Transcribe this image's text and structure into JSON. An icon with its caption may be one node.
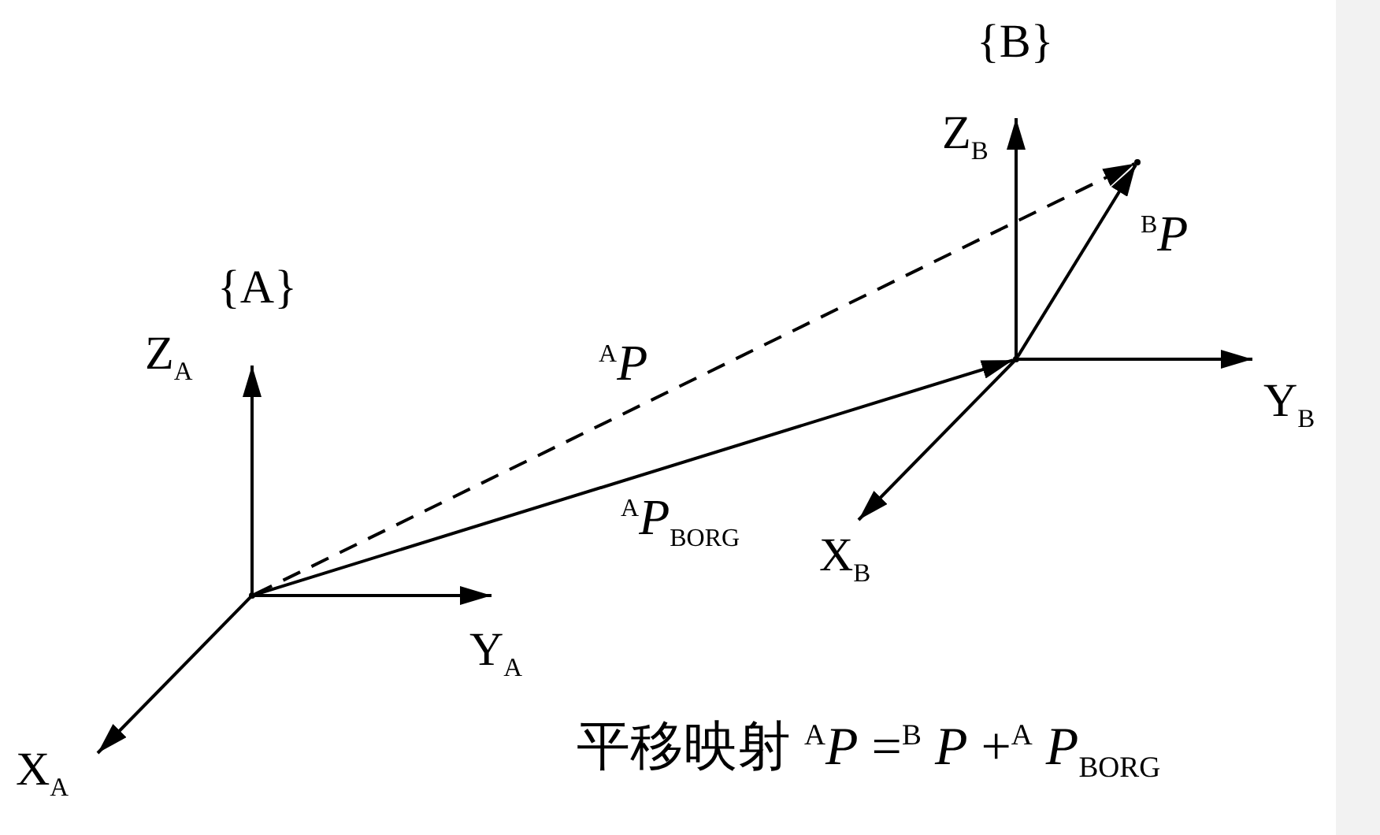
{
  "diagram": {
    "nodes": [
      {
        "text": [],
        "shape": "dot"
      },
      {
        "text": [],
        "shape": "dot"
      },
      {
        "text": [],
        "shape": "dot"
      }
    ],
    "edges": [
      {
        "from": 0,
        "to": 1,
        "arrow": "to",
        "label": "$^{A}$*P*$_{BORG}$"
      },
      {
        "from": 0,
        "to": 2,
        "arrow": "to",
        "style": "dashed",
        "label": "$^{A}$*P*"
      },
      {
        "from": 1,
        "to": 2,
        "arrow": "to",
        "label": "$^{B}$*P*"
      }
    ],
    "labels": [
      "{B}",
      "Z$_{B}$",
      "{A}",
      "Z$_{A}$",
      "Y$_{B}$",
      "X$_{B}$",
      "Y$_{A}$",
      "X$_{A}$",
      "平移映射 $^{A}$*P* =$^{B}$ *P* +$^{A}$ *P*$_{BORG}$"
    ]
  }
}
